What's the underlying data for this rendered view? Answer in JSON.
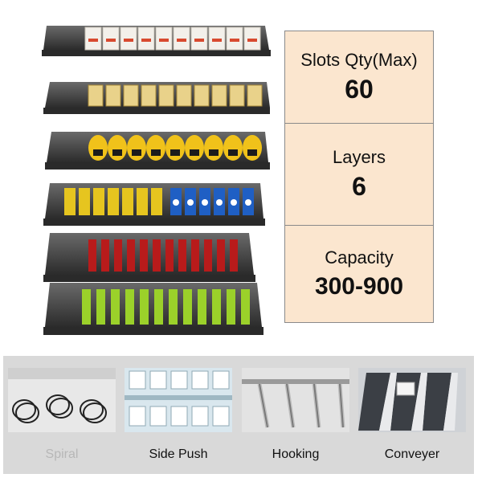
{
  "specs": [
    {
      "label": "Slots Qty(Max)",
      "value": "60"
    },
    {
      "label": "Layers",
      "value": "6"
    },
    {
      "label": "Capacity",
      "value": "300-900"
    }
  ],
  "mechanisms": [
    {
      "label": "Spiral",
      "icon": "spiral-coil-icon",
      "muted": true
    },
    {
      "label": "Side Push",
      "icon": "side-push-icon",
      "muted": false
    },
    {
      "label": "Hooking",
      "icon": "hooking-icon",
      "muted": false
    },
    {
      "label": "Conveyer",
      "icon": "conveyer-icon",
      "muted": false
    }
  ],
  "colors": {
    "spec_panel_bg": "#fbe6cf",
    "strip_bg": "#d9d9d9",
    "shelf_dark": "#3a3a3a",
    "muted_label": "#b7b7b7"
  }
}
